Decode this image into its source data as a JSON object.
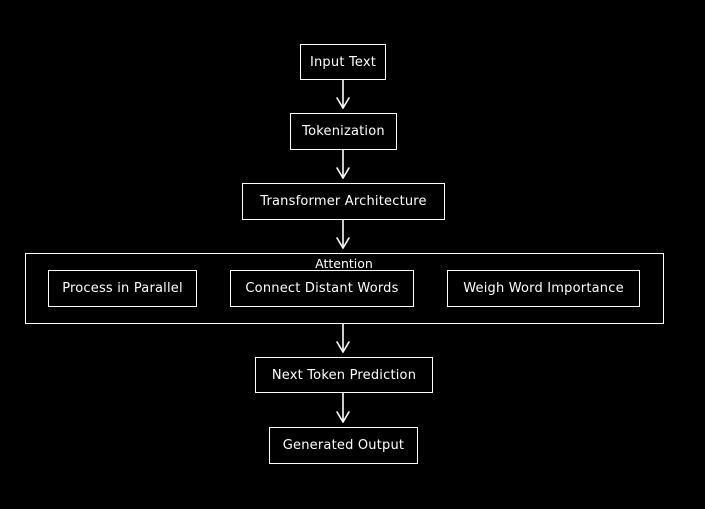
{
  "diagram": {
    "background_color": "#000000",
    "stroke_color": "#ffffff",
    "nodes": {
      "input_text": "Input Text",
      "tokenization": "Tokenization",
      "transformer_architecture": "Transformer Architecture",
      "next_token_prediction": "Next Token Prediction",
      "generated_output": "Generated Output"
    },
    "attention_group": {
      "label": "Attention",
      "items": {
        "process_in_parallel": "Process in Parallel",
        "connect_distant_words": "Connect Distant Words",
        "weigh_word_importance": "Weigh Word Importance"
      }
    },
    "edges": [
      {
        "from": "Input Text",
        "to": "Tokenization"
      },
      {
        "from": "Tokenization",
        "to": "Transformer Architecture"
      },
      {
        "from": "Transformer Architecture",
        "to": "Attention"
      },
      {
        "from": "Attention",
        "to": "Next Token Prediction"
      },
      {
        "from": "Next Token Prediction",
        "to": "Generated Output"
      }
    ]
  }
}
